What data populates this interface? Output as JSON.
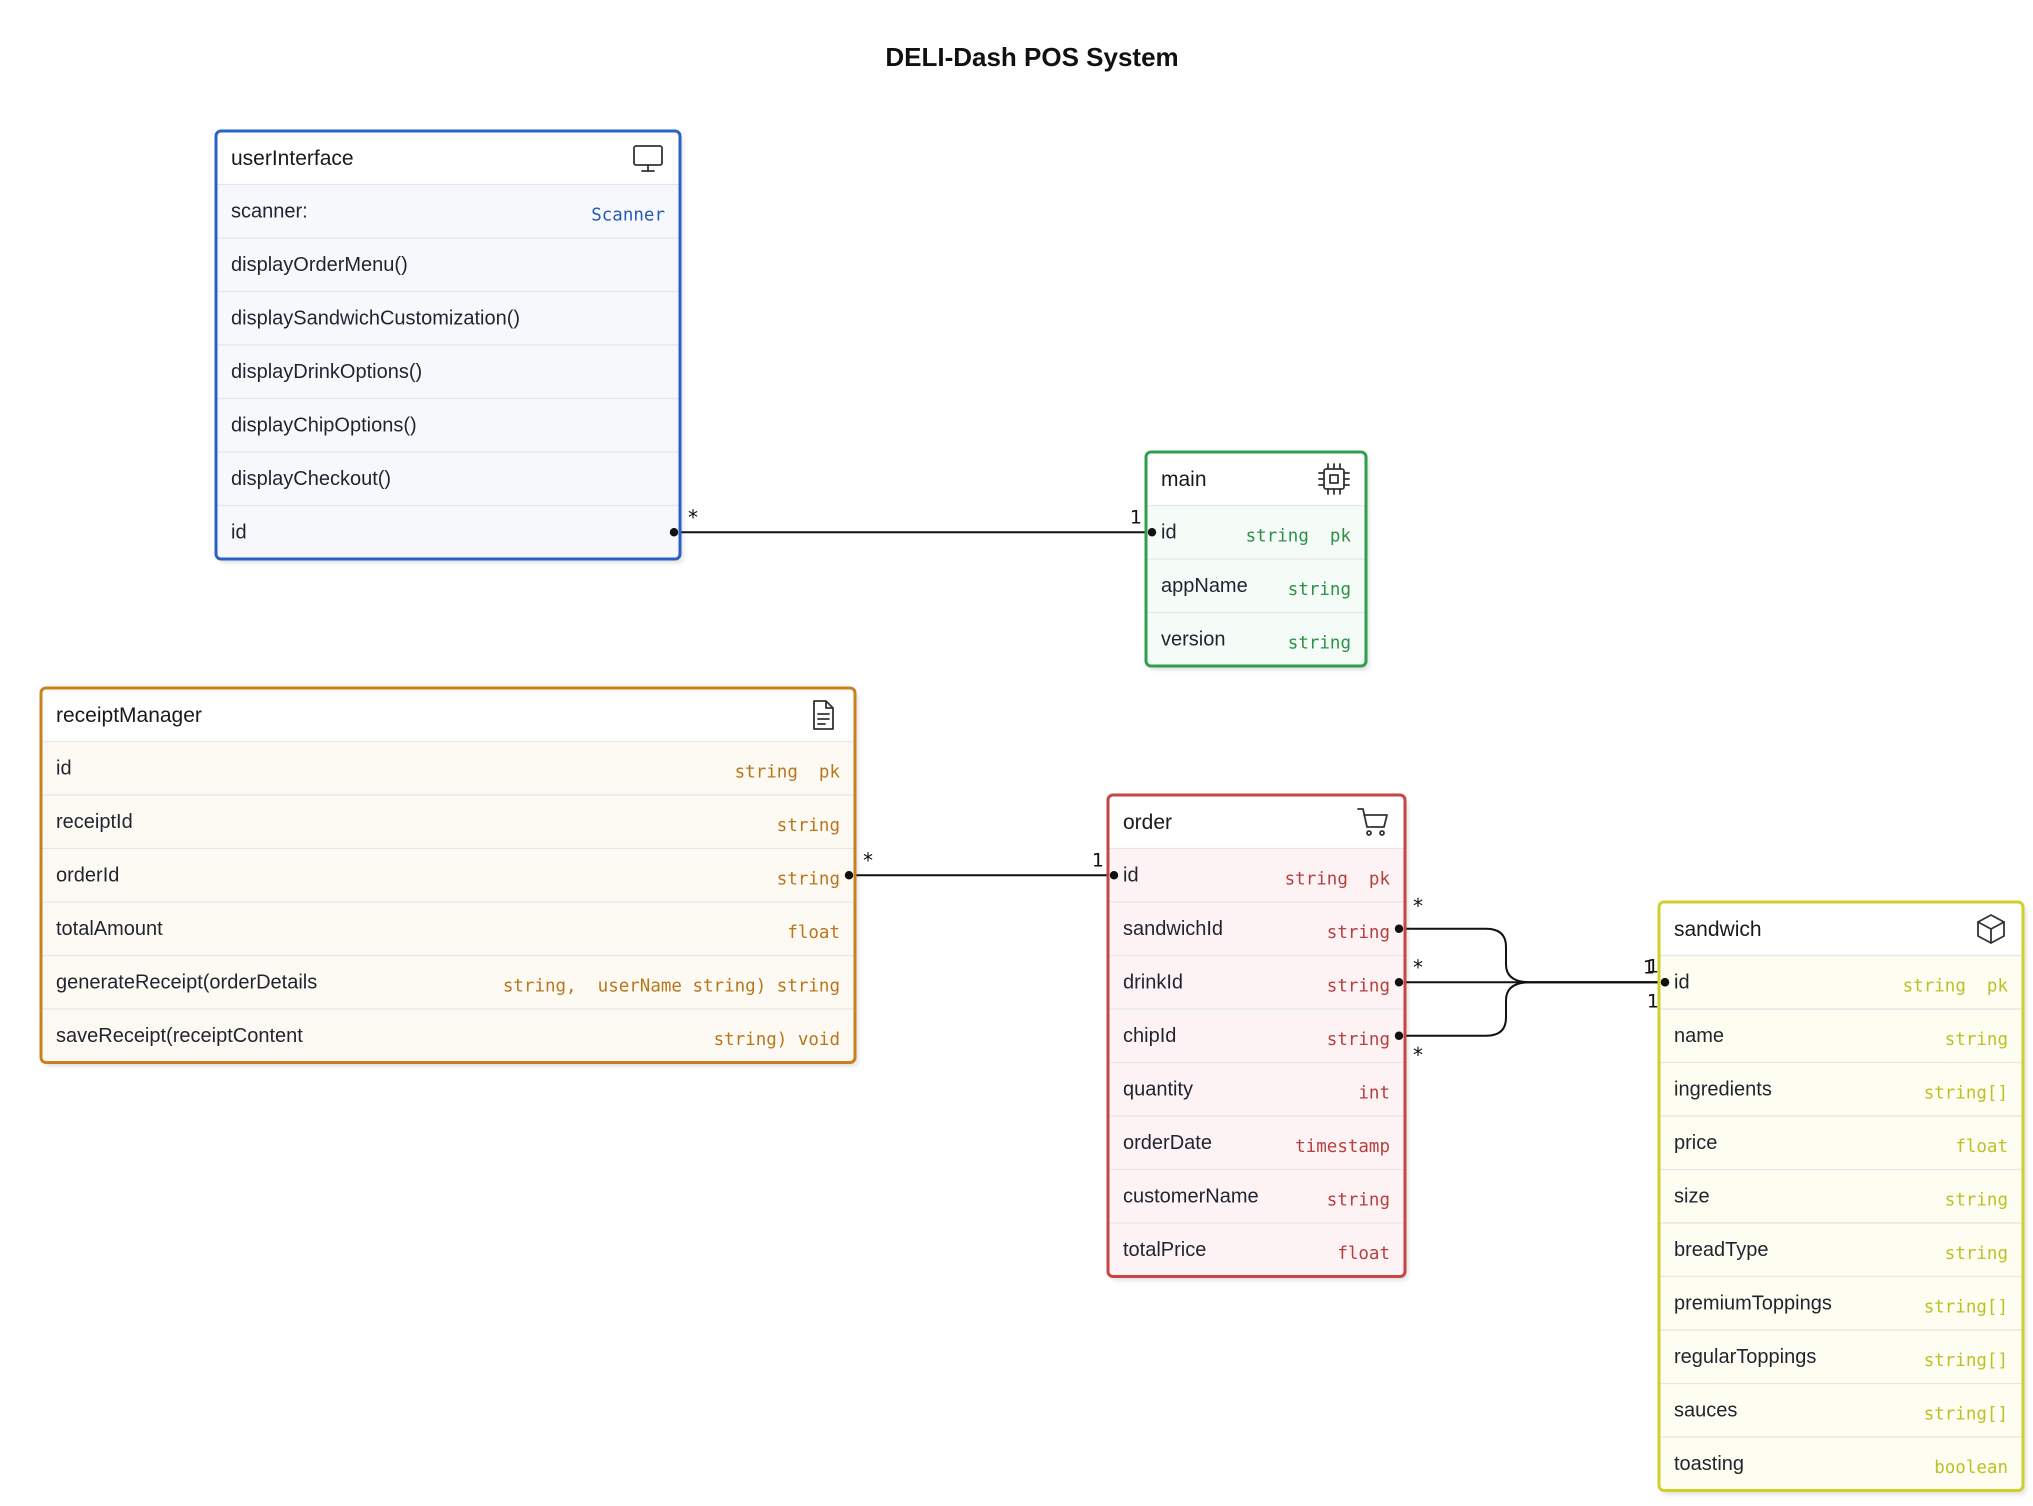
{
  "title": "DELI-Dash POS System",
  "entities": [
    {
      "key": "userInterface",
      "name": "userInterface",
      "icon": "monitor-icon",
      "color": "#2a62c4",
      "fill": "#f6f8fc",
      "rows": [
        {
          "name": "scanner:",
          "type": "Scanner"
        },
        {
          "name": "displayOrderMenu()",
          "type": ""
        },
        {
          "name": "displaySandwichCustomization()",
          "type": ""
        },
        {
          "name": "displayDrinkOptions()",
          "type": ""
        },
        {
          "name": "displayChipOptions()",
          "type": ""
        },
        {
          "name": "displayCheckout()",
          "type": ""
        },
        {
          "name": "id",
          "type": ""
        }
      ]
    },
    {
      "key": "main",
      "name": "main",
      "icon": "cpu-icon",
      "color": "#2f9e4f",
      "fill": "#f5fbf6",
      "rows": [
        {
          "name": "id",
          "type": "string  pk"
        },
        {
          "name": "appName",
          "type": "string"
        },
        {
          "name": "version",
          "type": "string"
        }
      ]
    },
    {
      "key": "receiptManager",
      "name": "receiptManager",
      "icon": "document-icon",
      "color": "#c9801f",
      "fill": "#fdfaf3",
      "rows": [
        {
          "name": "id",
          "type": "string  pk"
        },
        {
          "name": "receiptId",
          "type": "string"
        },
        {
          "name": "orderId",
          "type": "string"
        },
        {
          "name": "totalAmount",
          "type": "float"
        },
        {
          "name": "generateReceipt(orderDetails",
          "type": "string,  userName string) string"
        },
        {
          "name": "saveReceipt(receiptContent",
          "type": "string) void"
        }
      ]
    },
    {
      "key": "order",
      "name": "order",
      "icon": "cart-icon",
      "color": "#c64545",
      "fill": "#fdf3f4",
      "rows": [
        {
          "name": "id",
          "type": "string  pk"
        },
        {
          "name": "sandwichId",
          "type": "string"
        },
        {
          "name": "drinkId",
          "type": "string"
        },
        {
          "name": "chipId",
          "type": "string"
        },
        {
          "name": "quantity",
          "type": "int"
        },
        {
          "name": "orderDate",
          "type": "timestamp"
        },
        {
          "name": "customerName",
          "type": "string"
        },
        {
          "name": "totalPrice",
          "type": "float"
        }
      ]
    },
    {
      "key": "sandwich",
      "name": "sandwich",
      "icon": "cube-icon",
      "color": "#cfd12a",
      "fill": "#fdfdf1",
      "rows": [
        {
          "name": "id",
          "type": "string  pk"
        },
        {
          "name": "name",
          "type": "string"
        },
        {
          "name": "ingredients",
          "type": "string[]"
        },
        {
          "name": "price",
          "type": "float"
        },
        {
          "name": "size",
          "type": "string"
        },
        {
          "name": "breadType",
          "type": "string"
        },
        {
          "name": "premiumToppings",
          "type": "string[]"
        },
        {
          "name": "regularToppings",
          "type": "string[]"
        },
        {
          "name": "sauces",
          "type": "string[]"
        },
        {
          "name": "toasting",
          "type": "boolean"
        }
      ]
    }
  ],
  "relationships": [
    {
      "from": "userInterface.id",
      "to": "main.id",
      "from_card": "*",
      "to_card": "1"
    },
    {
      "from": "receiptManager.orderId",
      "to": "order.id",
      "from_card": "*",
      "to_card": "1"
    },
    {
      "from": "order.sandwichId",
      "to": "sandwich.id",
      "from_card": "*",
      "to_card": "1"
    },
    {
      "from": "order.drinkId",
      "to": "sandwich.id",
      "from_card": "*",
      "to_card": "1"
    },
    {
      "from": "order.chipId",
      "to": "sandwich.id",
      "from_card": "*",
      "to_card": "1"
    }
  ]
}
